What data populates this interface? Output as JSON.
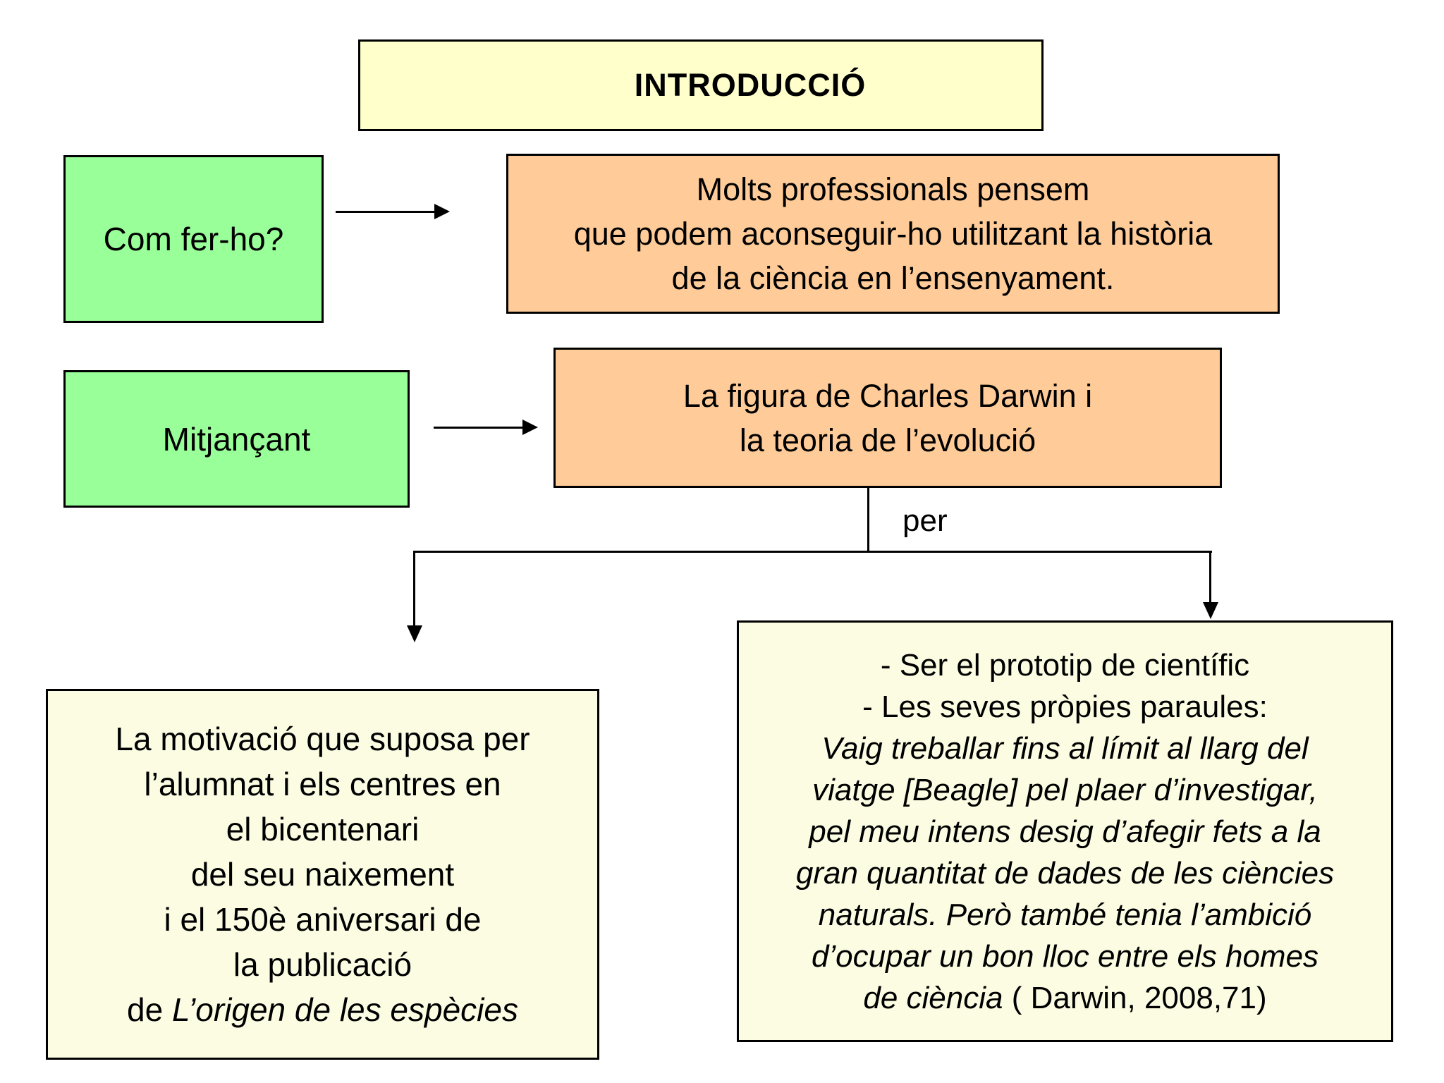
{
  "title": {
    "label": "INTRODUCCIÓ"
  },
  "colors": {
    "title_fill": "#FFFFCC",
    "step_fill": "#99FF99",
    "result_fill": "#FFCC99",
    "detail_fill": "#FBFCE2",
    "border": "#000000"
  },
  "flow": {
    "step1": {
      "label": "Com fer-ho?"
    },
    "result1": {
      "lines": [
        "Molts professionals pensem",
        "que podem aconseguir-ho utilitzant la història",
        "de la ciència en l’ensenyament."
      ]
    },
    "step2": {
      "label": "Mitjançant"
    },
    "result2": {
      "lines": [
        "La figura de Charles Darwin i",
        "la teoria de l’evolució"
      ]
    },
    "connector": {
      "label": "per"
    },
    "left_box": {
      "lines": [
        "La motivació que suposa per",
        "l’alumnat i els centres en",
        "el bicentenari",
        "del seu naixement",
        "i el 150è aniversari de",
        "la publicació"
      ],
      "last_line_prefix": "de ",
      "last_line_title": "L’origen de les espècies"
    },
    "right_box": {
      "lines_regular": [
        "- Ser el prototip de científic",
        "- Les seves pròpies paraules:"
      ],
      "lines_italic": [
        "Vaig treballar fins al límit al llarg del",
        "viatge [Beagle] pel plaer d’investigar,",
        "pel meu intens desig d’afegir fets a la",
        "gran quantitat de dades de les ciències",
        "naturals. Però també tenia l’ambició",
        "d’ocupar un bon lloc entre els homes"
      ],
      "last_line_italic": "de ciència ",
      "last_line_regular": "( Darwin, 2008,71)"
    }
  }
}
